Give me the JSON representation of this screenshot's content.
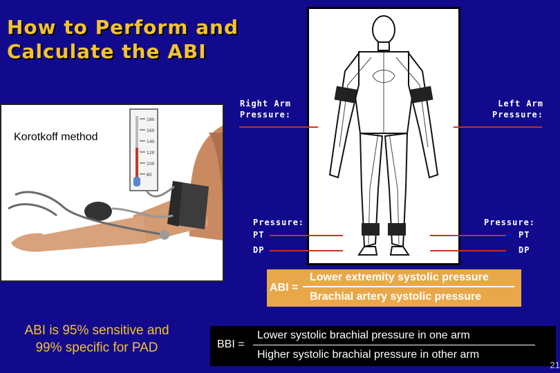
{
  "slide": {
    "title_line1": "How to Perform and",
    "title_line2": "Calculate the ABI",
    "photo_label": "Korotkoff method",
    "gauge_ticks": [
      "180",
      "160",
      "140",
      "120",
      "100",
      "80"
    ],
    "right_arm_label_1": "Right Arm",
    "right_arm_label_2": "Pressure:",
    "left_arm_label_1": "Left Arm",
    "left_arm_label_2": "Pressure:",
    "left_pressure_label": "Pressure:",
    "left_pt_label": "PT",
    "left_dp_label": "DP",
    "right_pressure_label": "Pressure:",
    "right_pt_label": "PT",
    "right_dp_label": "DP",
    "abi_lhs": "ABI =",
    "abi_numerator": "Lower extremity systolic pressure",
    "abi_denominator": "Brachial artery systolic pressure",
    "sensitivity_line1": "ABI is 95% sensitive and",
    "sensitivity_line2": "99% specific for PAD",
    "bbi_lhs": "BBI =",
    "bbi_numerator": "Lower systolic brachial pressure in one arm",
    "bbi_denominator": "Higher systolic brachial pressure in other arm",
    "page_number": "21"
  },
  "colors": {
    "background": "#120a8c",
    "title": "#f2c232",
    "label_line": "#c8321e",
    "abi_box": "#e8a84a",
    "bbi_box": "#000000"
  }
}
